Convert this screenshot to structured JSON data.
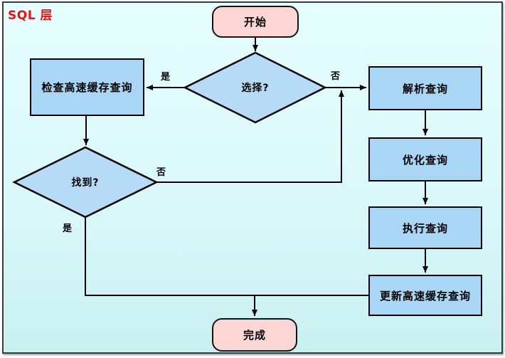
{
  "title": "SQL 层",
  "colors": {
    "background_top": "#e6ffff",
    "background_bottom": "#c9f1f2",
    "process_fill": "#a9d6f5",
    "decision_fill": "#b5dbf7",
    "terminal_fill": "#fcd5d5",
    "stroke": "#000000",
    "title_color": "#ee1111",
    "frame_border": "#3a3a3a"
  },
  "nodes": {
    "start": {
      "label": "开始",
      "type": "terminal"
    },
    "choose": {
      "label": "选择?",
      "type": "decision"
    },
    "check_cache": {
      "label": "检查高速缓存查询",
      "type": "process"
    },
    "found": {
      "label": "找到?",
      "type": "decision"
    },
    "parse": {
      "label": "解析查询",
      "type": "process"
    },
    "optimize": {
      "label": "优化查询",
      "type": "process"
    },
    "execute": {
      "label": "执行查询",
      "type": "process"
    },
    "update_cache": {
      "label": "更新高速缓存查询",
      "type": "process"
    },
    "done": {
      "label": "完成",
      "type": "terminal"
    }
  },
  "edge_labels": {
    "choose_yes": "是",
    "choose_no": "否",
    "found_no": "否",
    "found_yes": "是"
  }
}
